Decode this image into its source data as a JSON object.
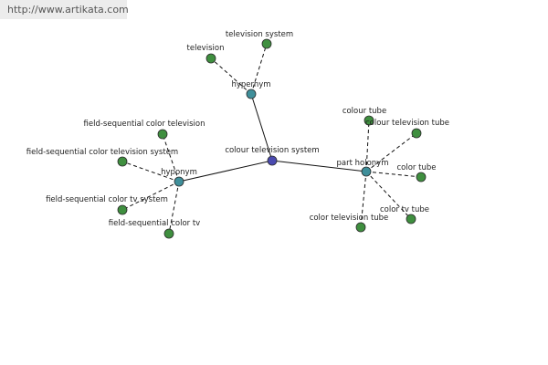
{
  "watermark": "http://www.artikata.com",
  "colors": {
    "center_node": "#4a4ab0",
    "relation_node": "#3f8f9a",
    "term_node": "#3f8f3f",
    "node_stroke": "#2a2a2a",
    "edge": "#111111"
  },
  "diagram": {
    "center": {
      "id": "center",
      "label": "colour television system"
    },
    "relations": [
      {
        "id": "hypernym",
        "label": "hypernym"
      },
      {
        "id": "hyponym",
        "label": "hyponym"
      },
      {
        "id": "part_holonym",
        "label": "part holonym"
      }
    ],
    "terms": [
      {
        "id": "t_television",
        "relation": "hypernym",
        "label": "television"
      },
      {
        "id": "t_television_system",
        "relation": "hypernym",
        "label": "television system"
      },
      {
        "id": "t_fs_color_television",
        "relation": "hyponym",
        "label": "field-sequential color television"
      },
      {
        "id": "t_fs_color_television_system",
        "relation": "hyponym",
        "label": "field-sequential color television system"
      },
      {
        "id": "t_fs_color_tv_system",
        "relation": "hyponym",
        "label": "field-sequential color tv system"
      },
      {
        "id": "t_fs_color_tv",
        "relation": "hyponym",
        "label": "field-sequential color tv"
      },
      {
        "id": "t_colour_tube",
        "relation": "part_holonym",
        "label": "colour tube"
      },
      {
        "id": "t_colour_television_tube",
        "relation": "part_holonym",
        "label": "colour television tube"
      },
      {
        "id": "t_color_tube",
        "relation": "part_holonym",
        "label": "color tube"
      },
      {
        "id": "t_color_tv_tube",
        "relation": "part_holonym",
        "label": "color tv tube"
      },
      {
        "id": "t_color_television_tube",
        "relation": "part_holonym",
        "label": "color television tube"
      }
    ]
  }
}
